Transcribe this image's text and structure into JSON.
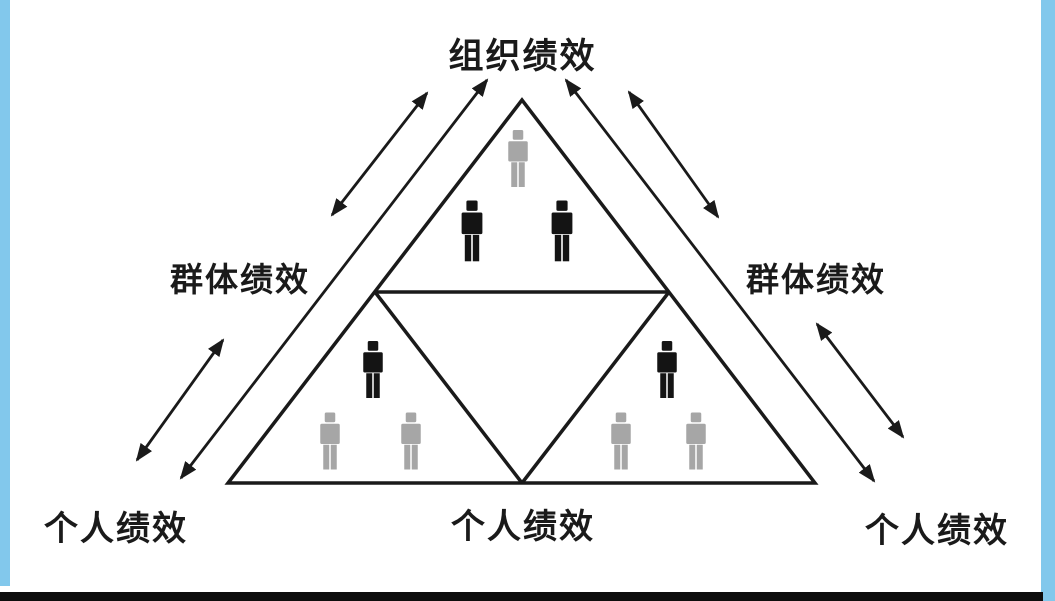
{
  "diagram": {
    "labels": {
      "top": "组织绩效",
      "middle_left": "群体绩效",
      "middle_right": "群体绩效",
      "bottom_left": "个人绩效",
      "bottom_center": "个人绩效",
      "bottom_right": "个人绩效"
    },
    "colors": {
      "line": "#1a1a1a",
      "figure_black": "#141414",
      "figure_gray": "#a6a6a6",
      "frame_blue": "#82c8ec",
      "bottom_bar": "#0d0d0d",
      "background": "#ffffff"
    },
    "figures": [
      {
        "triangle": "top",
        "upper_person": "gray",
        "lower_left_person": "black",
        "lower_right_person": "black"
      },
      {
        "triangle": "bottom-left",
        "upper_person": "black",
        "lower_left_person": "gray",
        "lower_right_person": "gray"
      },
      {
        "triangle": "bottom-right",
        "upper_person": "black",
        "lower_left_person": "gray",
        "lower_right_person": "gray"
      }
    ],
    "arrows": [
      {
        "name": "left-inner-long",
        "from": "个人绩效(左)",
        "to": "组织绩效",
        "double_headed": true
      },
      {
        "name": "left-outer-upper",
        "from": "群体绩效(左)",
        "to": "组织绩效",
        "double_headed": true
      },
      {
        "name": "left-outer-lower",
        "from": "个人绩效(左)",
        "to": "群体绩效(左)",
        "double_headed": true
      },
      {
        "name": "right-inner-long",
        "from": "个人绩效(右)",
        "to": "组织绩效",
        "double_headed": true
      },
      {
        "name": "right-outer-upper",
        "from": "群体绩效(右)",
        "to": "组织绩效",
        "double_headed": true
      },
      {
        "name": "right-outer-lower",
        "from": "个人绩效(右)",
        "to": "群体绩效(右)",
        "double_headed": true
      }
    ]
  }
}
